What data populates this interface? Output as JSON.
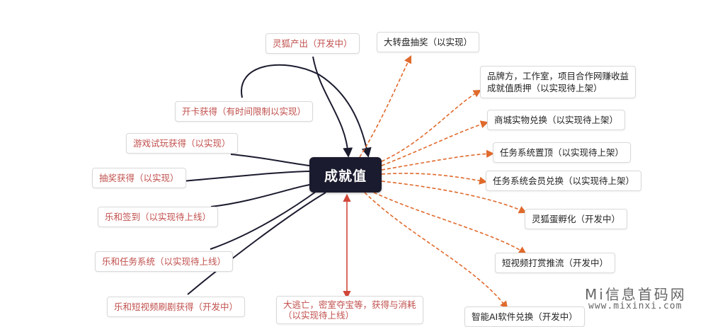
{
  "center": {
    "label": "成就值"
  },
  "sources": [
    {
      "label": "灵狐产出（开发中）"
    },
    {
      "label": "开卡获得（有时间限制以实现）"
    },
    {
      "label": "游戏试玩获得（以实现）"
    },
    {
      "label": "抽奖获得（以实现）"
    },
    {
      "label": "乐和签到（以实现待上线）"
    },
    {
      "label": "乐和任务系统（以实现待上线）"
    },
    {
      "label": "乐和短视频刷剧获得（开发中）"
    }
  ],
  "bottom": {
    "line1": "大逃亡，密室夺宝等，获得与消耗",
    "line2": "（以实现待上线）"
  },
  "targets": [
    {
      "label": "大转盘抽奖（以实现）"
    },
    {
      "line1": "品牌方，工作室，项目合作网赚收益",
      "line2": "成就值质押（以实现待上架）"
    },
    {
      "label": "商城实物兑换（以实现待上架）"
    },
    {
      "label": "任务系统置顶（以实现待上架）"
    },
    {
      "label": "任务系统会员兑换（以实现待上架）"
    },
    {
      "label": "灵狐蛋孵化（开发中）"
    },
    {
      "label": "短视频打赏推流（开发中）"
    },
    {
      "label": "智能AI软件兑换（开发中）"
    }
  ],
  "watermark": {
    "title": "Mi信息首码网",
    "url": "www.mixinxi.com"
  },
  "colors": {
    "incoming": "#1b1b2f",
    "outgoing": "#e06a2c",
    "bidirectional": "#d0473a",
    "source_text": "#c0504d"
  }
}
